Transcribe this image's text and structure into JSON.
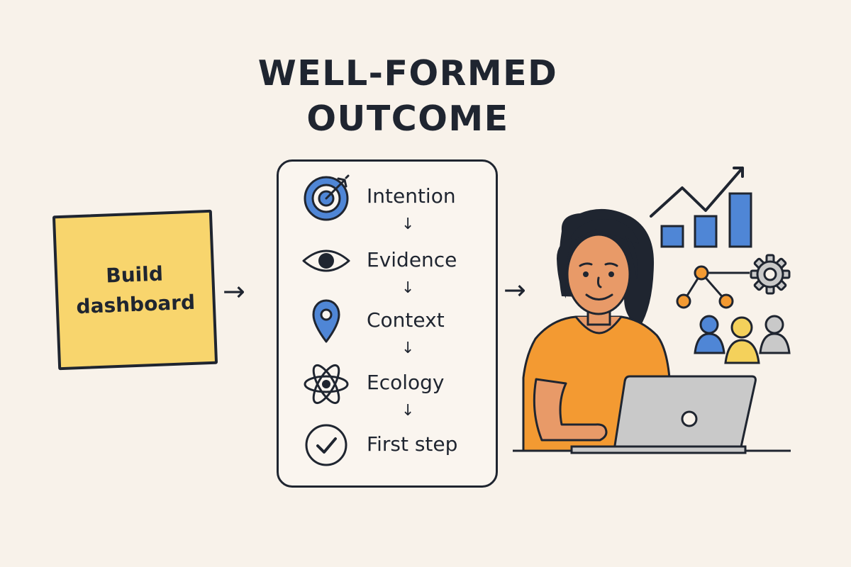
{
  "title": {
    "line1": "WELL-FORMED",
    "line2": "OUTCOME"
  },
  "sticky_note": {
    "line1": "Build",
    "line2": "dashboard"
  },
  "steps": [
    {
      "label": "Intention",
      "icon": "target-icon"
    },
    {
      "label": "Evidence",
      "icon": "eye-icon"
    },
    {
      "label": "Context",
      "icon": "location-pin-icon"
    },
    {
      "label": "Ecology",
      "icon": "atom-icon"
    },
    {
      "label": "First step",
      "icon": "checkmark-circle-icon"
    }
  ],
  "arrows": {
    "right": "→",
    "down": "↓"
  },
  "illustration": {
    "person": "person-with-laptop",
    "icons": [
      "trend-chart-icon",
      "network-nodes-icon",
      "gear-icon",
      "team-icon"
    ]
  },
  "colors": {
    "background": "#f8f2ea",
    "ink": "#1f2530",
    "note": "#f8d56d",
    "blue": "#4f86d6",
    "orange": "#f39a32",
    "yellow": "#f4d15b",
    "gray": "#c9c9c9",
    "skin": "#e89a68"
  }
}
